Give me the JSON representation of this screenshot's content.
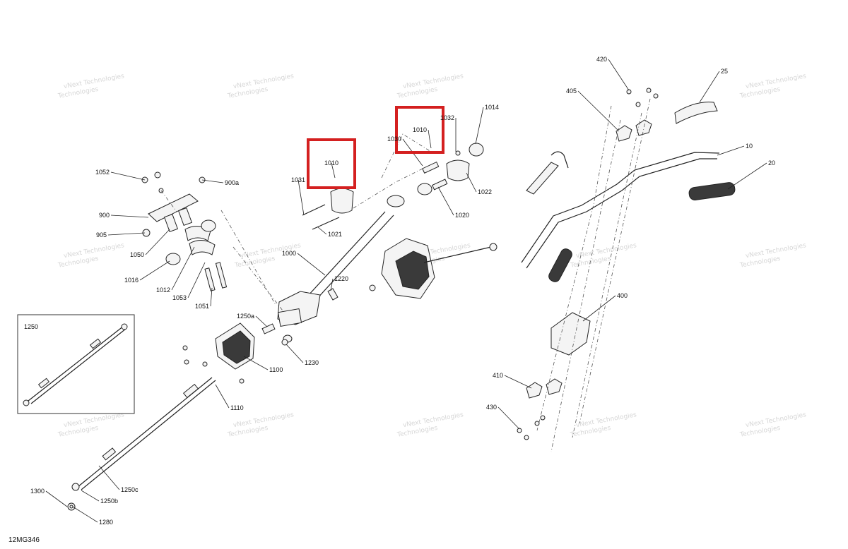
{
  "diagram": {
    "code": "12MG346",
    "inset_label": "1250",
    "labels": [
      "1052",
      "900a",
      "900",
      "905",
      "1050",
      "1016",
      "1012",
      "1053",
      "1051",
      "1031",
      "1010",
      "1021",
      "1030",
      "1032",
      "1010",
      "1014",
      "1022",
      "1020",
      "1000",
      "1220",
      "1250a",
      "1230",
      "1100",
      "1110",
      "1250c",
      "1250b",
      "1300",
      "1280",
      "420",
      "405",
      "25",
      "10",
      "20",
      "400",
      "410",
      "430"
    ],
    "watermark": {
      "line1": "vNext Technologies",
      "line2": "Technologies"
    },
    "highlight_color": "#d42020"
  }
}
